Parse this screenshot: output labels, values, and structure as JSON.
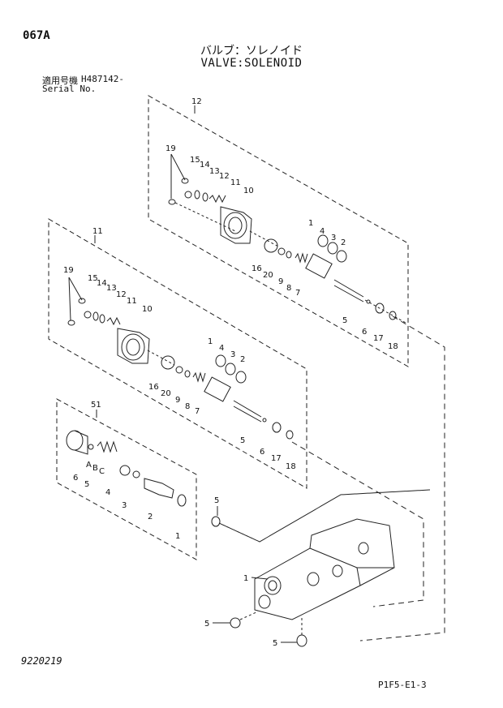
{
  "header": {
    "page_code": "067A",
    "title_jp": "バルブ：ソレノイド",
    "title_en": "VALVE:SOLENOID",
    "serial_label_jp": "適用号機",
    "serial_number": "H487142-",
    "serial_label_en": "Serial No."
  },
  "footer": {
    "doc_number": "9220219",
    "ref_code": "P1F5-E1-3"
  },
  "callouts": {
    "c1": "1",
    "c2": "2",
    "c3": "3",
    "c4": "4",
    "c5": "5",
    "c6": "6",
    "c7": "7",
    "c8": "8",
    "c9": "9",
    "c10": "10",
    "c11": "11",
    "c12": "12",
    "c13": "13",
    "c14": "14",
    "c15": "15",
    "c16": "16",
    "c17": "17",
    "c18": "18",
    "c19": "19",
    "c20": "20",
    "c51": "51",
    "cA": "A",
    "cB": "B",
    "cC": "C"
  }
}
